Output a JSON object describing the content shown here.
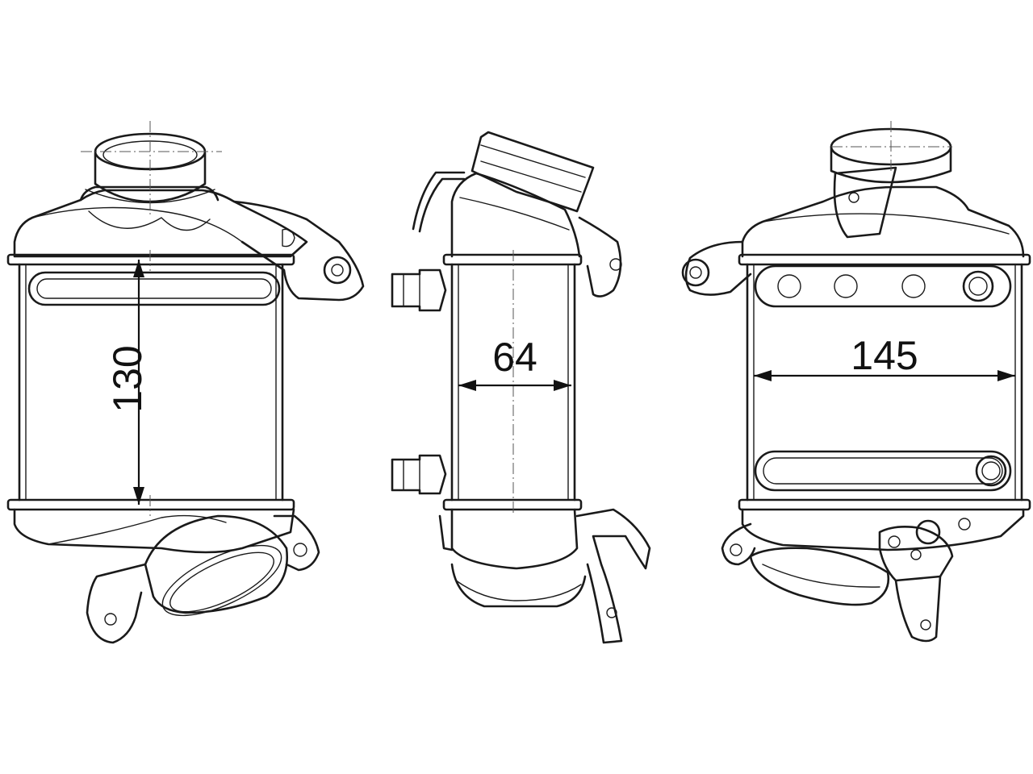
{
  "dimensions": {
    "height": "130",
    "depth": "64",
    "width": "145"
  }
}
